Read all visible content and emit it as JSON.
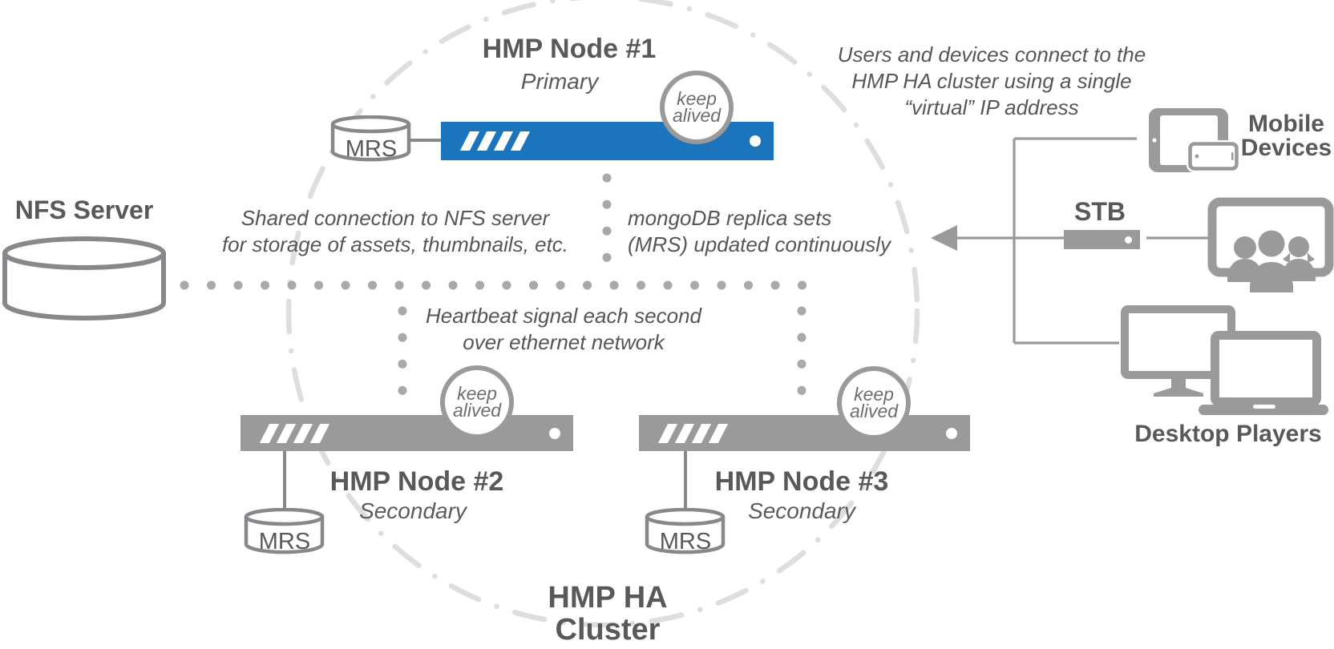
{
  "diagram_title": {
    "line1": "HMP HA",
    "line2": "Cluster"
  },
  "colors": {
    "primary_node_blue": "#1c75bc",
    "secondary_node_gray": "#9a9a9a",
    "text_dark_gray": "#58595b",
    "dot_gray": "#a7a9ac",
    "dashed_circle_gray": "#dedede",
    "cylinder_stroke_gray": "#86888b"
  },
  "nfs": {
    "label": "NFS Server"
  },
  "nodes": [
    {
      "title": "HMP Node #1",
      "role": "Primary",
      "storage_label": "MRS",
      "keepalive": {
        "line1": "keep",
        "line2": "alived"
      }
    },
    {
      "title": "HMP Node #2",
      "role": "Secondary",
      "storage_label": "MRS",
      "keepalive": {
        "line1": "keep",
        "line2": "alived"
      }
    },
    {
      "title": "HMP Node #3",
      "role": "Secondary",
      "storage_label": "MRS",
      "keepalive": {
        "line1": "keep",
        "line2": "alived"
      }
    }
  ],
  "annotations": {
    "virtual_ip": {
      "line1": "Users and devices connect to the",
      "line2": "HMP HA cluster using a single",
      "line3": "“virtual” IP address"
    },
    "nfs_shared": {
      "line1": "Shared connection to NFS server",
      "line2": "for storage of assets, thumbnails, etc."
    },
    "mongo": {
      "line1": "mongoDB replica sets",
      "line2": "(MRS) updated continuously"
    },
    "heartbeat": {
      "line1": "Heartbeat signal each second",
      "line2": "over ethernet network"
    }
  },
  "clients": {
    "mobile": {
      "line1": "Mobile",
      "line2": "Devices"
    },
    "stb": "STB",
    "desktop": "Desktop Players"
  },
  "icons": [
    "nfs-database-cylinder-icon",
    "mrs-database-cylinder-icon",
    "server-bar-icon",
    "keepalived-badge-icon",
    "tablet-icon",
    "smartphone-icon",
    "stb-box-icon",
    "tv-audience-icon",
    "monitor-icon",
    "laptop-icon",
    "left-arrow-icon"
  ]
}
